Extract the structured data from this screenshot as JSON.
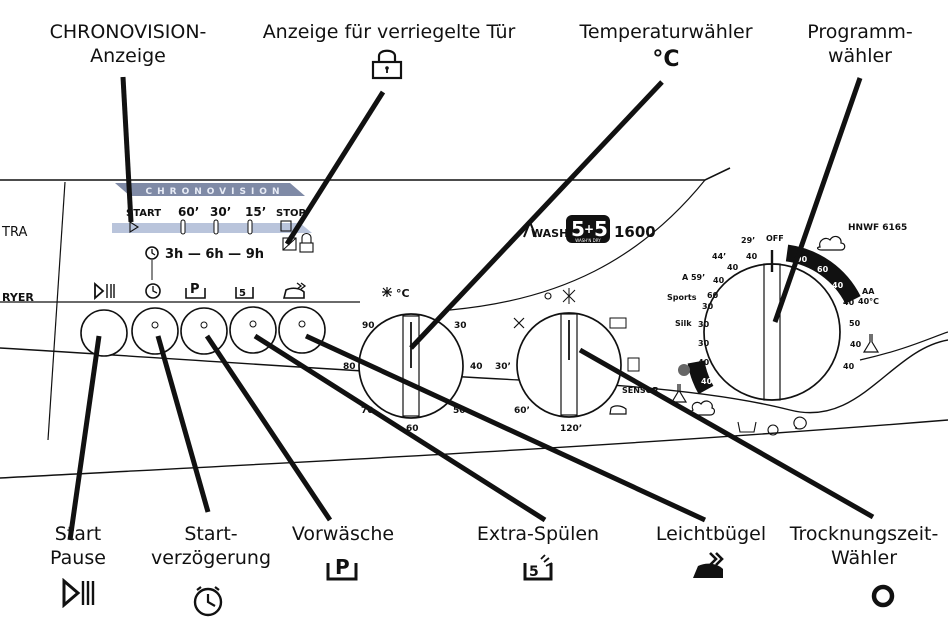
{
  "callouts": {
    "chronovision_display": [
      "CHRONOVISION-",
      "Anzeige"
    ],
    "door_lock_display": "Anzeige für verriegelte Tür",
    "temperature_selector": "Temperaturwähler",
    "temperature_unit": "°C",
    "program_selector": [
      "Programm-",
      "wähler"
    ],
    "start_pause": [
      "Start",
      "Pause"
    ],
    "start_delay": [
      "Start-",
      "verzögerung"
    ],
    "prewash": "Vorwäsche",
    "extra_rinse": "Extra-Spülen",
    "easy_iron": "Leichtbügel",
    "drying_time_selector": [
      "Trocknungszeit-",
      "Wähler"
    ]
  },
  "panel": {
    "brand_left_a": "TRA",
    "brand_left_b": "RYER",
    "chronovision_banner": "CHRONOVISION",
    "timer_start": "START",
    "timer_60": "60’",
    "timer_30": "30’",
    "timer_15": "15’",
    "timer_stop": "STOP",
    "delay_times": "3h — 6h — 9h",
    "wash_prefix": "WASH",
    "wash_five_left": "5",
    "wash_five_right": "5",
    "wash_n_dry": "WASH'N DRY",
    "spin_speed": "1600",
    "model": "HNWF 6165",
    "temp_dial_header": "°C",
    "temp_scale": [
      "90",
      "30",
      "80",
      "40",
      "70",
      "50",
      "60"
    ],
    "dry_scale": [
      "30’",
      "60’",
      "120’"
    ],
    "dry_sensor": "SENSOR",
    "program_off": "OFF",
    "program_left_numbers": [
      "29’",
      "44’",
      "A 59’",
      "40",
      "40",
      "40",
      "60",
      "30",
      "30",
      "30",
      "40",
      "40"
    ],
    "program_left_words": [
      "Sports",
      "Silk"
    ],
    "program_right_numbers": [
      "90",
      "60",
      "40",
      "40",
      "50",
      "40",
      "40"
    ],
    "program_aa": "AA",
    "program_aa_temp": "40°C"
  }
}
